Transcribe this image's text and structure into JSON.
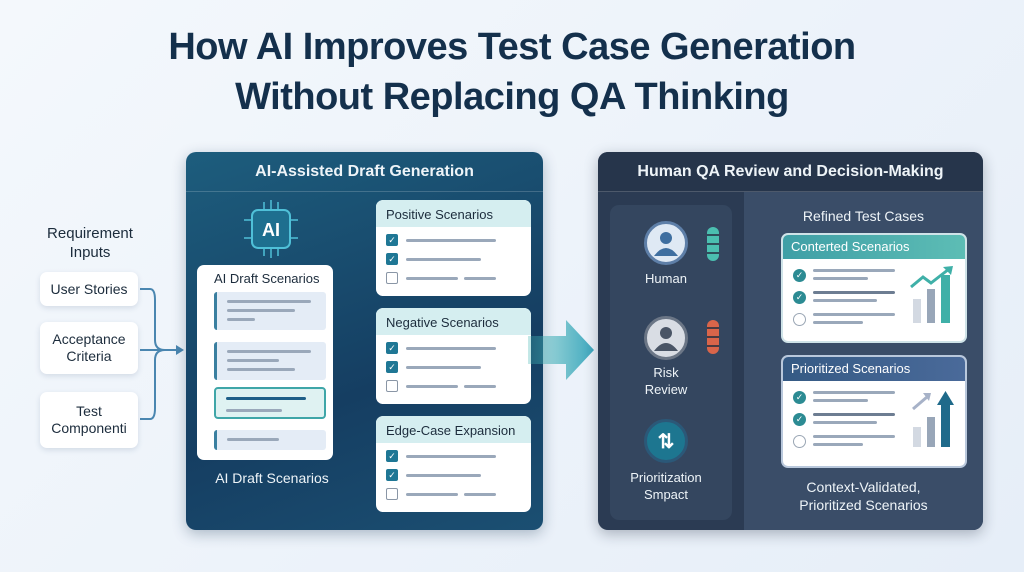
{
  "title": {
    "line1": "How AI Improves Test Case Generation",
    "line2": "Without Replacing QA Thinking"
  },
  "inputs": {
    "heading_line1": "Requirement",
    "heading_line2": "Inputs",
    "items": [
      {
        "line1": "User Stories"
      },
      {
        "line1": "Acceptance",
        "line2": "Criteria"
      },
      {
        "line1": "Test",
        "line2": "Componenti"
      }
    ]
  },
  "ai_panel": {
    "title": "AI-Assisted Draft Generation",
    "chip_label": "AI",
    "draft_card_title": "AI Draft Scenarios",
    "draft_caption": "AI Draft Scenarios",
    "scenarios": [
      {
        "title": "Positive Scenarios"
      },
      {
        "title": "Negative Scenarios"
      },
      {
        "title": "Edge-Case Expansion"
      }
    ]
  },
  "human_panel": {
    "title": "Human QA Review and Decision-Making",
    "steps": [
      {
        "line1": "Human"
      },
      {
        "line1": "Risk",
        "line2": "Review"
      },
      {
        "line1": "Prioritization",
        "line2": "Smpact"
      }
    ],
    "refined_title": "Refined Test Cases",
    "cards": [
      {
        "title": "Conterted Scenarios",
        "color": "#4aa9ac"
      },
      {
        "title": "Prioritized Scenarios",
        "color": "#3f5f8c"
      }
    ],
    "caption_line1": "Context-Validated,",
    "caption_line2": "Prioritized Scenarios"
  },
  "colors": {
    "teal": "#3fb2b0",
    "navy": "#14304c",
    "orange": "#d9654a"
  }
}
